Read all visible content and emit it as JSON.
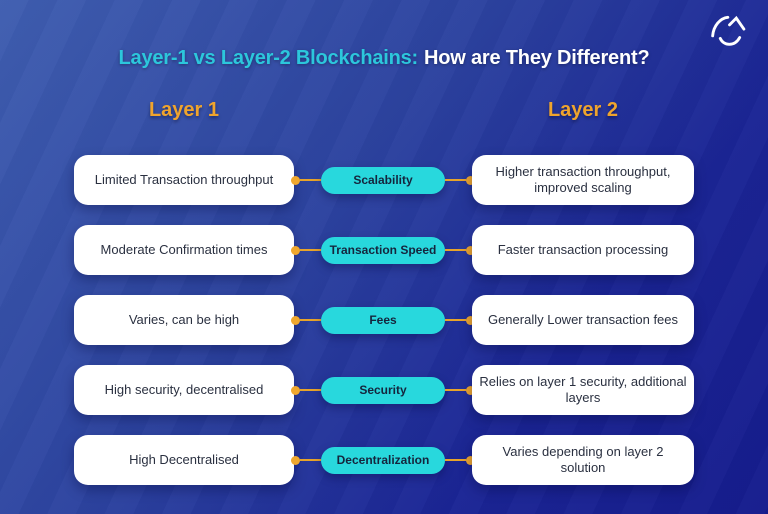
{
  "title": {
    "highlight": "Layer-1 vs Layer-2 Blockchains:",
    "rest": "How are They Different?"
  },
  "columns": {
    "left": "Layer 1",
    "right": "Layer 2"
  },
  "rows": [
    {
      "layer1": "Limited Transaction throughput",
      "category": "Scalability",
      "layer2": "Higher transaction throughput, improved scaling"
    },
    {
      "layer1": "Moderate Confirmation times",
      "category": "Transaction Speed",
      "layer2": "Faster transaction processing"
    },
    {
      "layer1": "Varies, can be high",
      "category": "Fees",
      "layer2": "Generally Lower transaction fees"
    },
    {
      "layer1": "High security, decentralised",
      "category": "Security",
      "layer2": "Relies on layer 1 security, additional layers"
    },
    {
      "layer1": "High Decentralised",
      "category": "Decentralization",
      "layer2": "Varies depending on layer 2 solution"
    }
  ],
  "icons": {
    "logo": "brand-swirl-logo"
  },
  "colors": {
    "background_start": "#3f5eb0",
    "background_end": "#151c8d",
    "title_highlight": "#2cc7dc",
    "title_rest": "#ffffff",
    "column_header": "#efa42d",
    "card_background": "#ffffff",
    "card_text": "#2a3040",
    "pill_background": "#28d8dd",
    "pill_text": "#15253d",
    "connector": "#e8a42a"
  }
}
